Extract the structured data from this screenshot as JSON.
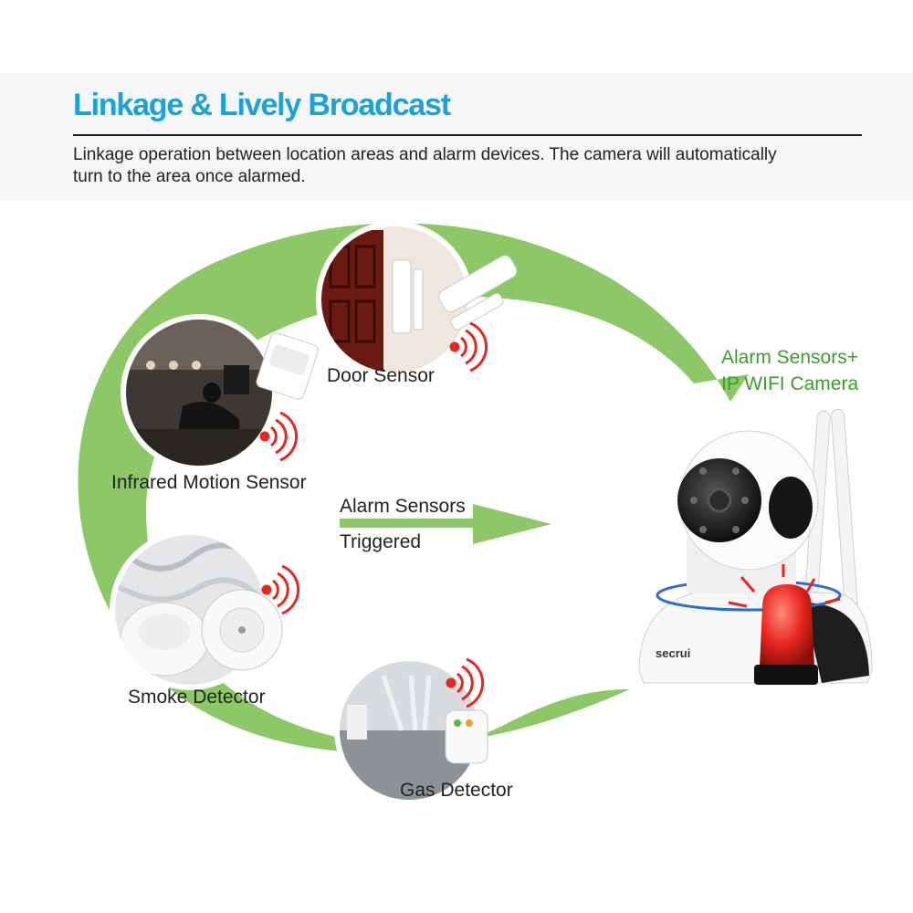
{
  "header": {
    "title": "Linkage & Lively Broadcast",
    "description_line1": "Linkage operation between location areas and alarm devices. The camera will automatically",
    "description_line2": "turn to the area once alarmed."
  },
  "sensors": {
    "door": "Door Sensor",
    "infrared": "Infrared Motion Sensor",
    "smoke": "Smoke Detector",
    "gas": "Gas Detector"
  },
  "flow": {
    "line1": "Alarm Sensors",
    "line2": "Triggered"
  },
  "camera": {
    "label_line1": "Alarm Sensors+",
    "label_line2": "IP WIFI Camera",
    "brand": "secrui"
  },
  "colors": {
    "title": "#1aa3d9",
    "arc_green": "#8cc966",
    "label_green": "#3c9e2a",
    "siren_red": "#e8261f"
  }
}
